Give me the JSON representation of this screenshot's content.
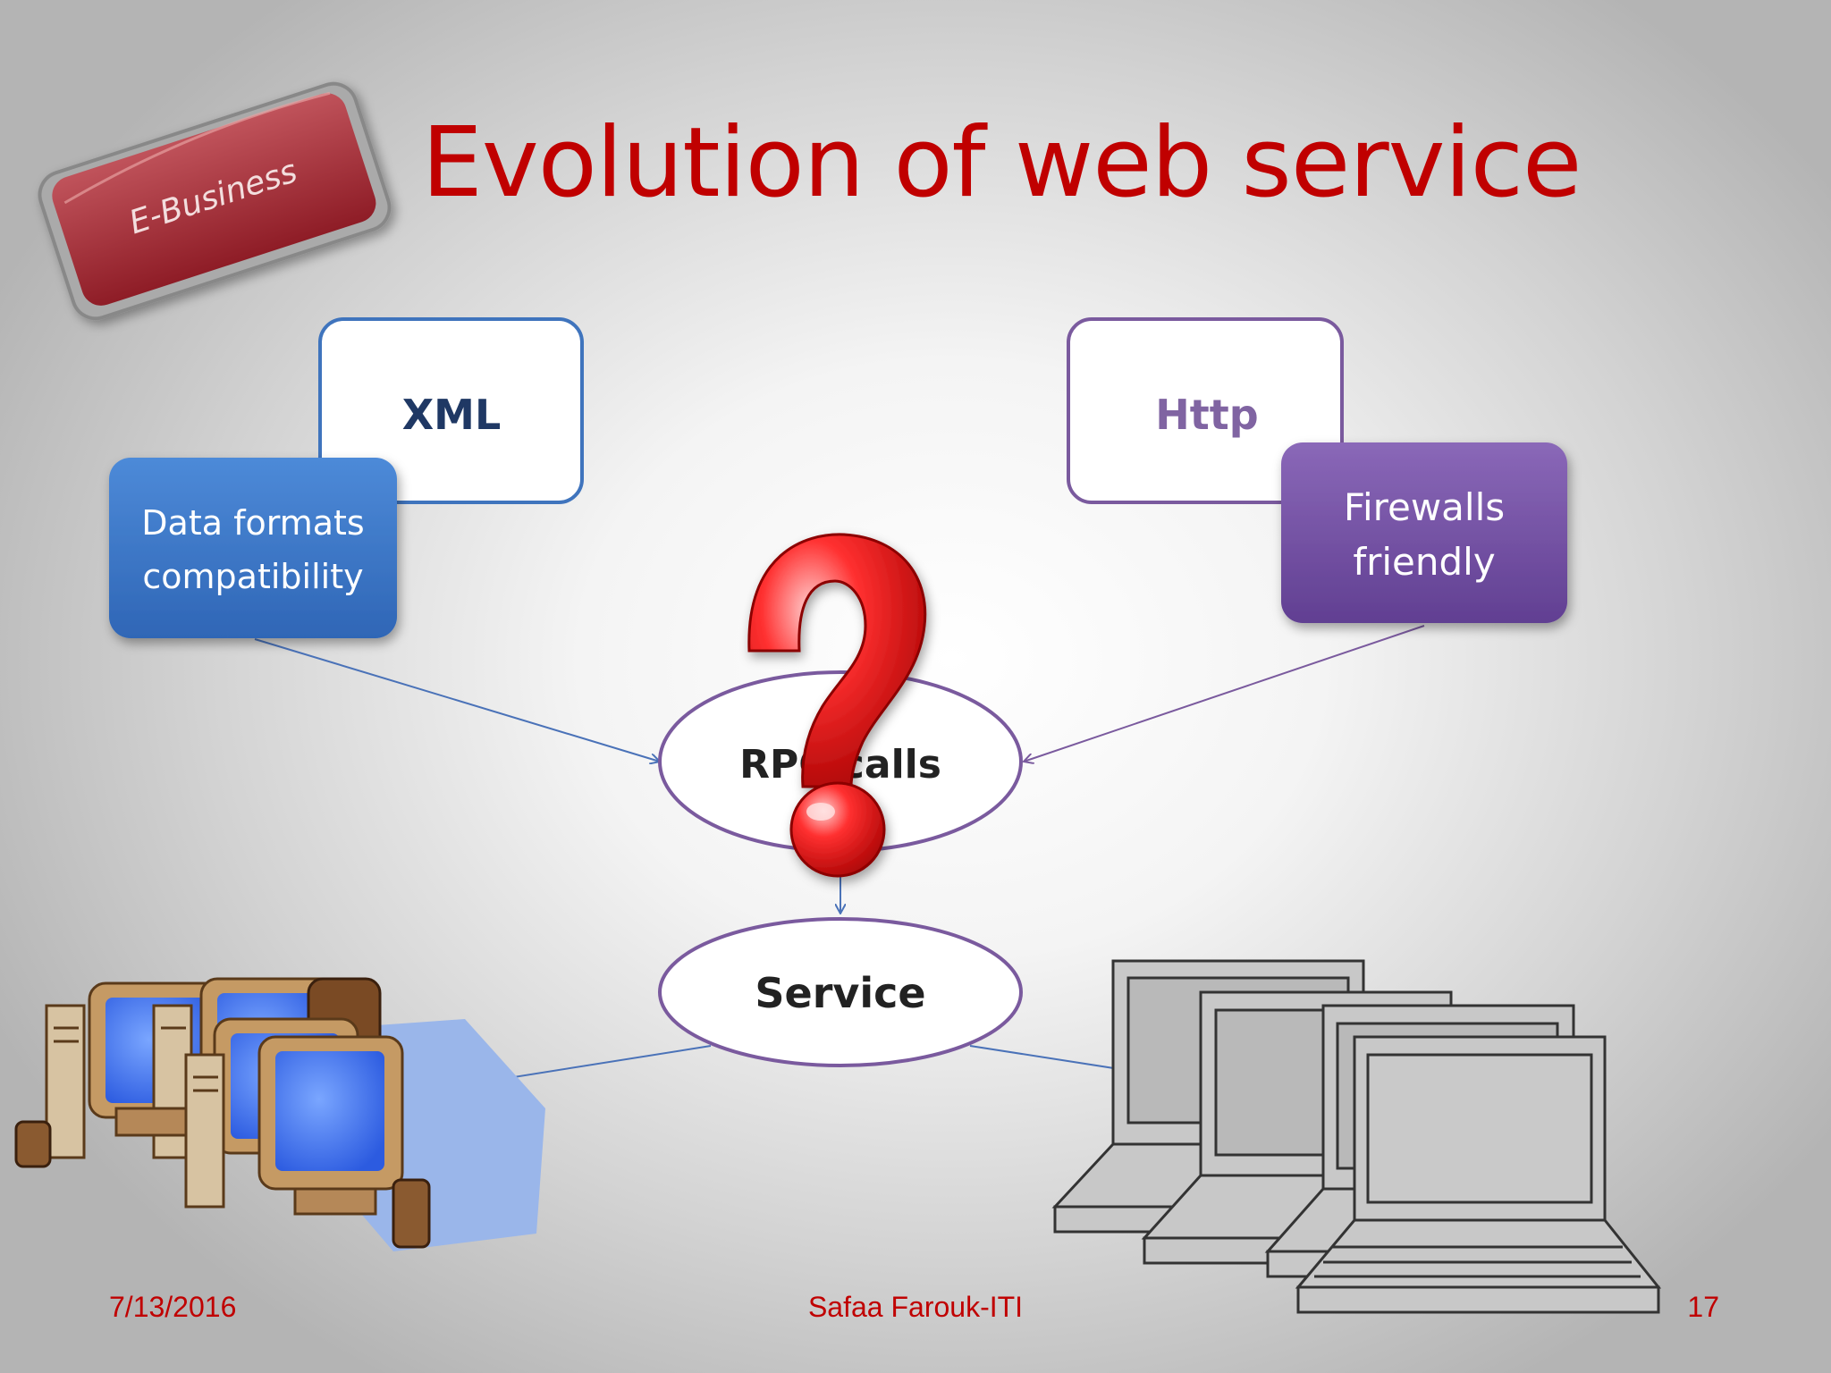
{
  "slide": {
    "title": "Evolution of web service",
    "logo_label": "E-Business",
    "footer": {
      "date": "7/13/2016",
      "author": "Safaa Farouk-ITI",
      "page": "17"
    }
  },
  "diagram": {
    "xml_label": "XML",
    "xml_note_line1": "Data formats",
    "xml_note_line2": "compatibility",
    "http_label": "Http",
    "http_note_line1": "Firewalls",
    "http_note_line2": "friendly",
    "rpc_label": "RPC calls",
    "service_label": "Service",
    "question_icon": "question-mark-icon",
    "left_clients_icon": "desktop-computers-icon",
    "right_clients_icon": "laptops-icon"
  },
  "colors": {
    "title": "#c00000",
    "blue_box": "#3a78c8",
    "purple_box": "#7553a6",
    "blue_line": "#4a72b8",
    "purple_line": "#7a5a9e"
  }
}
